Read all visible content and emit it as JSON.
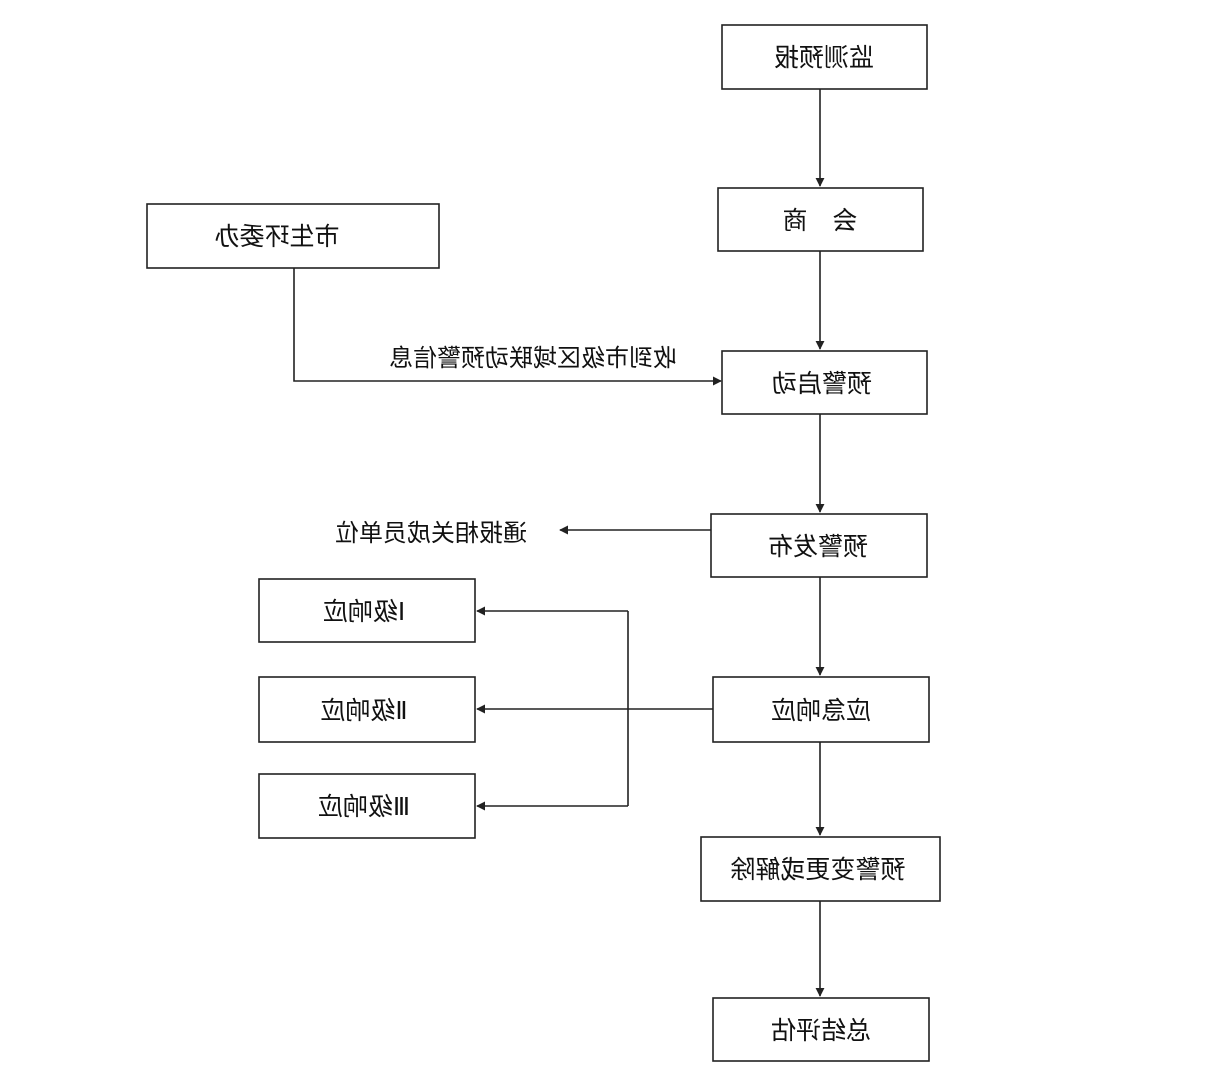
{
  "nodes": {
    "monitor": "监测预报",
    "consult": "会　商",
    "eco_office": "市生环委办",
    "start": "预警启动",
    "publish": "预警发布",
    "emergency": "应急响应",
    "level1": "Ⅰ级响应",
    "level2": "Ⅱ级响应",
    "level3": "Ⅲ级响应",
    "change": "预警变更或解除",
    "summary": "总结评估"
  },
  "labels": {
    "regional_info": "收到市级区域联动预警信息",
    "notify": "通报相关成员单位"
  }
}
